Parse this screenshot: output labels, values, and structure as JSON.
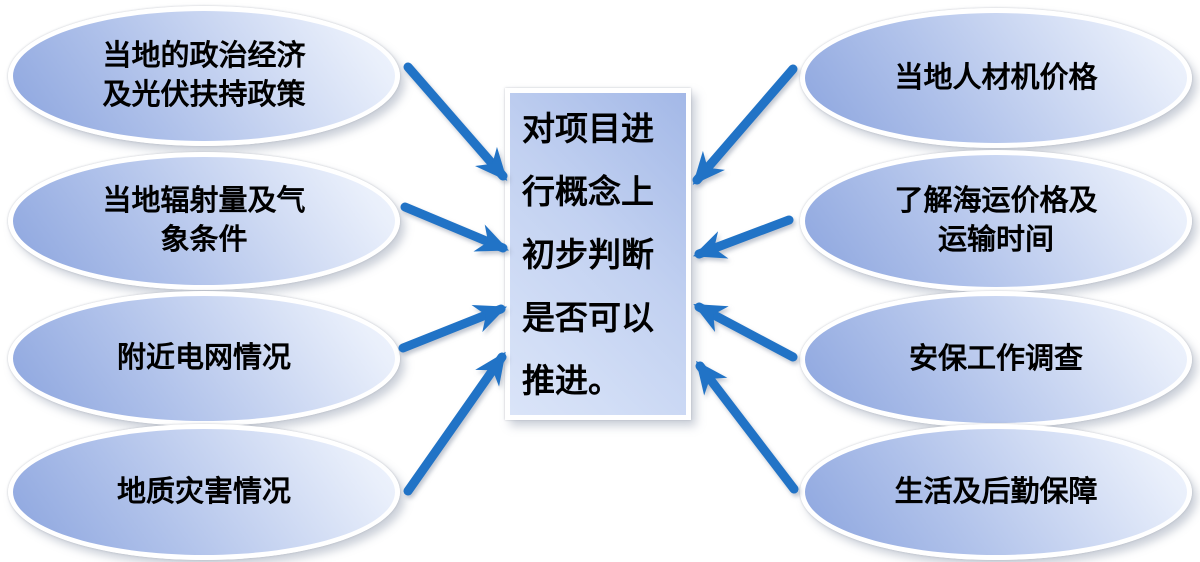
{
  "diagram": {
    "title": "project concept pre-judgement factor diagram",
    "center_box": {
      "text": "对项目进\n行概念上\n初步判断\n是否可以\n推进。"
    },
    "left_items": [
      {
        "label": "当地的政治经济\n及光伏扶持政策"
      },
      {
        "label": "当地辐射量及气\n象条件"
      },
      {
        "label": "附近电网情况"
      },
      {
        "label": "地质灾害情况"
      }
    ],
    "right_items": [
      {
        "label": "当地人材机价格"
      },
      {
        "label": "了解海运价格及\n运输时间"
      },
      {
        "label": "安保工作调查"
      },
      {
        "label": "生活及后勤保障"
      }
    ],
    "colors": {
      "arrow_blue": "#2173C6",
      "ellipse_gradient_dark": "#8BA4DE",
      "ellipse_gradient_light": "#E9EFFB",
      "box_gradient_dark": "#A3B8E7",
      "box_gradient_light": "#DAE4F8",
      "shape_border": "#FFFFFF",
      "text_color": "#000000",
      "background": "#FFFFFF"
    }
  }
}
